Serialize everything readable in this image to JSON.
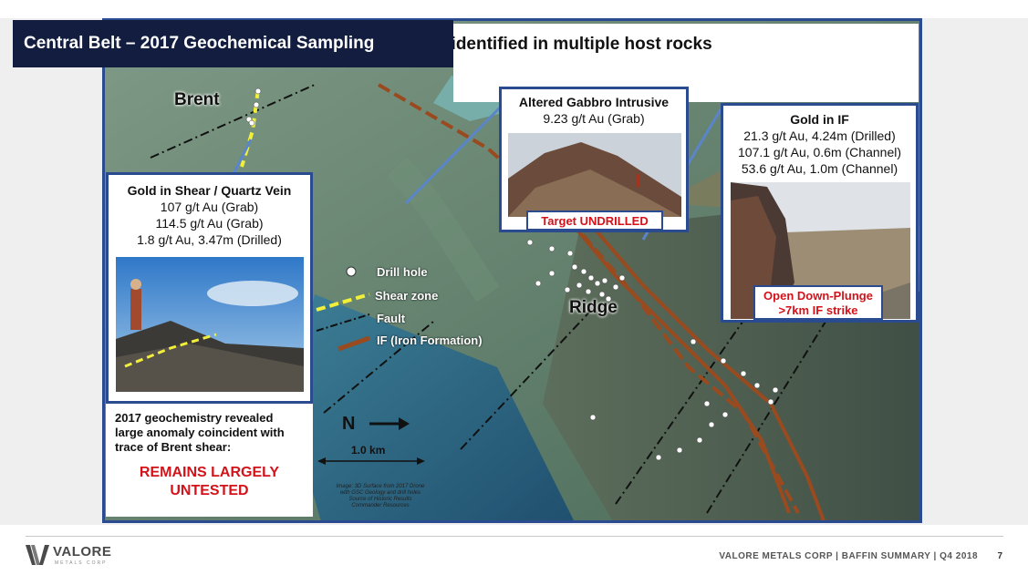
{
  "slide": {
    "title": "Central Belt – 2017 Geochemical Sampling",
    "heading": "Gold identified in multiple host rocks"
  },
  "places": {
    "brent": "Brent",
    "ridge": "Ridge"
  },
  "callouts": {
    "shear": {
      "title": "Gold in Shear / Quartz Vein",
      "lines": [
        "107 g/t Au (Grab)",
        "114.5 g/t Au (Grab)",
        "1.8 g/t Au, 3.47m (Drilled)"
      ]
    },
    "gabbro": {
      "title": "Altered Gabbro Intrusive",
      "lines": [
        "9.23 g/t Au (Grab)"
      ],
      "tag": "Target UNDRILLED"
    },
    "if": {
      "title": "Gold in IF",
      "lines": [
        "21.3 g/t Au, 4.24m (Drilled)",
        "107.1 g/t Au, 0.6m (Channel)",
        "53.6 g/t Au, 1.0m (Channel)"
      ],
      "tag_line1": "Open Down-Plunge",
      "tag_line2": ">7km IF strike"
    }
  },
  "legend": {
    "drill_hole": "Drill hole",
    "shear_zone": "Shear zone",
    "fault": "Fault",
    "iron_formation": "IF (Iron Formation)"
  },
  "map": {
    "north": "N",
    "scale": "1.0 km",
    "credit": [
      "Image: 3D Surface from 2017 Drone",
      "with GSC Geology and drill holes",
      "Source of Historic Results",
      "Commander Resources"
    ]
  },
  "geochem": {
    "text": "2017 geochemistry revealed large anomaly coincident with trace of Brent shear:",
    "highlight_line1": "REMAINS LARGELY",
    "highlight_line2": "UNTESTED"
  },
  "footer": {
    "logo_name": "VALORE",
    "logo_sub": "METALS CORP",
    "text": "VALORE METALS CORP | BAFFIN SUMMARY | Q4 2018",
    "page": "7"
  },
  "colors": {
    "navy": "#131d3f",
    "frame_blue": "#2a4b8f",
    "alert_red": "#d3121a",
    "iron_formation": "#9a4a1f",
    "shear_yellow": "#f2ef3a"
  }
}
